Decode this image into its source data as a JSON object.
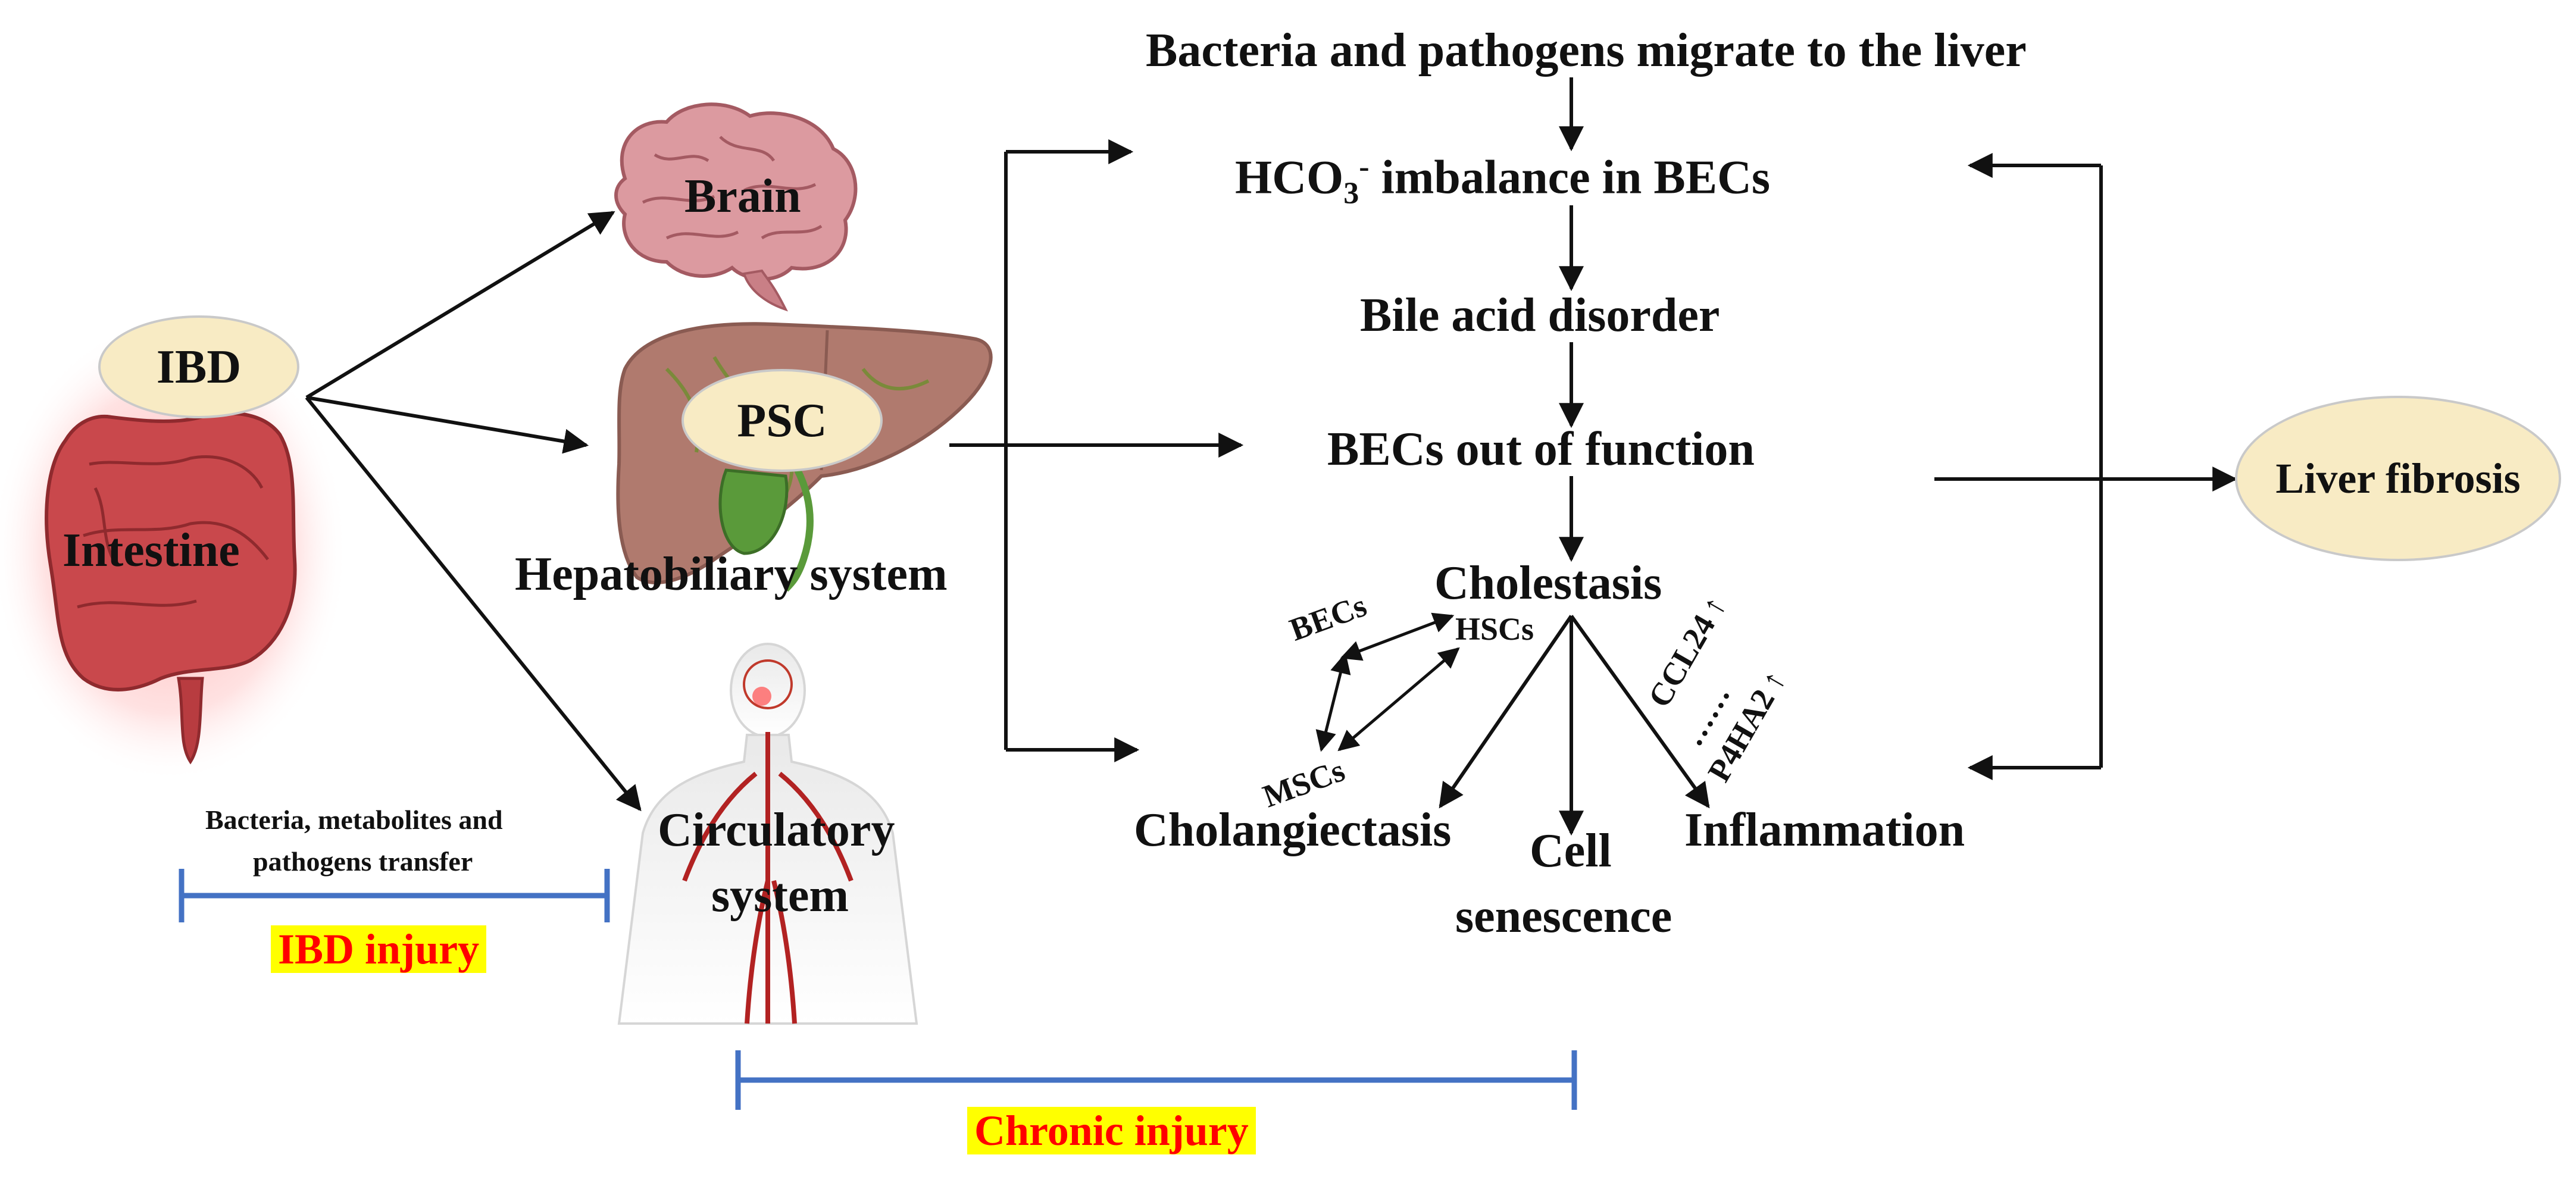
{
  "nodes": {
    "ibd": "IBD",
    "intestine": "Intestine",
    "brain": "Brain",
    "psc": "PSC",
    "hepatobiliary": "Hepatobiliary system",
    "circulatory_line1": "Circulatory",
    "circulatory_line2": "system",
    "bacteria_migrate": "Bacteria and pathogens migrate to the liver",
    "hco3_base": "HCO",
    "hco3_sub": "3",
    "hco3_sup": "-",
    "hco3_rest": " imbalance in BECs",
    "bile_acid": "Bile acid disorder",
    "becs_out": "BECs out of function",
    "cholestasis": "Cholestasis",
    "liver_fibrosis": "Liver fibrosis",
    "cholangiectasis": "Cholangiectasis",
    "cell_line1": "Cell",
    "cell_line2": "senescence",
    "inflammation": "Inflammation",
    "becs_small": "BECs",
    "hscs_small": "HSCs",
    "mscs_small": "MSCs",
    "ccl24": "CCL24",
    "dots": "……",
    "p4ha2": "P4HA2",
    "up_arrow": "↑"
  },
  "brackets": {
    "transfer_line1": "Bacteria, metabolites and",
    "transfer_line2": "pathogens transfer",
    "ibd_injury": "IBD injury",
    "chronic_injury": "Chronic injury"
  },
  "colors": {
    "bracket": "#4472c4",
    "highlight_bg": "#ffff00",
    "highlight_text": "#ff0000",
    "ellipse_fill": "#f8ebc4"
  }
}
